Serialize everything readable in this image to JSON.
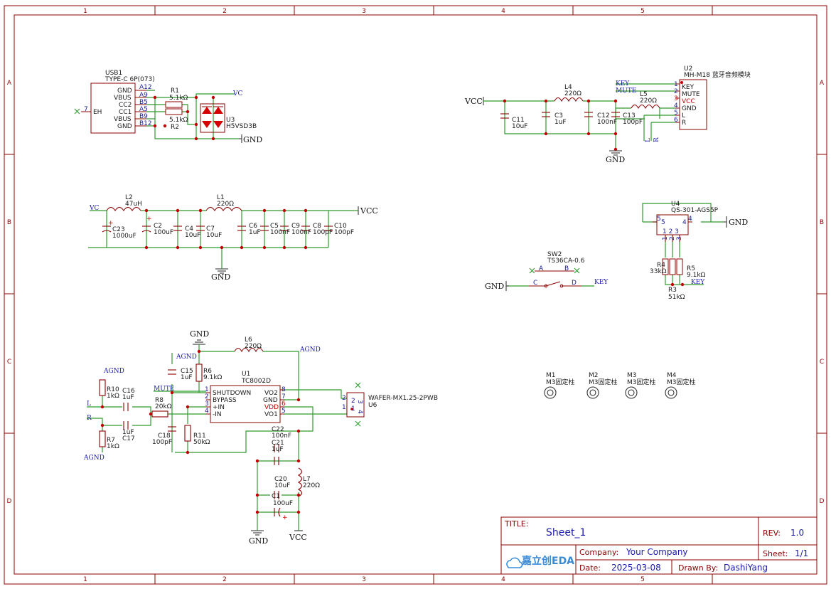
{
  "frame": {
    "columns": [
      "1",
      "2",
      "3",
      "4",
      "5"
    ],
    "rows": [
      "A",
      "B",
      "C",
      "D"
    ]
  },
  "usb": {
    "ref": "USB1",
    "value": "TYPE-C 6P(073)",
    "pins": [
      "GND",
      "VBUS",
      "CC2",
      "CC1",
      "VBUS",
      "GND"
    ],
    "pin_nums": [
      "A12",
      "A9",
      "B5",
      "A5",
      "B9",
      "B12"
    ],
    "eh_label": "EH",
    "eh_num": "7"
  },
  "r1": {
    "ref": "R1",
    "value": "5.1kΩ"
  },
  "r2": {
    "ref": "R2",
    "value": "5.1kΩ"
  },
  "u3": {
    "ref": "U3",
    "value": "H5VSD3B"
  },
  "nets": {
    "vc": "VC",
    "vcc": "VCC",
    "gnd": "GND",
    "agnd": "AGND",
    "key": "KEY",
    "mute": "MUTE",
    "l": "L",
    "r": "R"
  },
  "filter1": {
    "l2": {
      "ref": "L2",
      "value": "47uH"
    },
    "l1": {
      "ref": "L1",
      "value": "220Ω"
    },
    "caps": [
      {
        "ref": "C23",
        "value": "1000uF"
      },
      {
        "ref": "C2",
        "value": "100uF"
      },
      {
        "ref": "C4",
        "value": "10uF"
      },
      {
        "ref": "C7",
        "value": "10uF"
      },
      {
        "ref": "C6",
        "value": "1uF"
      },
      {
        "ref": "C5",
        "value": "100nF"
      },
      {
        "ref": "C9",
        "value": "100nF"
      },
      {
        "ref": "C8",
        "value": "100pF"
      },
      {
        "ref": "C10",
        "value": "100pF"
      }
    ]
  },
  "bt": {
    "l4": {
      "ref": "L4",
      "value": "220Ω"
    },
    "l5": {
      "ref": "L5",
      "value": "220Ω"
    },
    "caps": [
      {
        "ref": "C11",
        "value": "10uF"
      },
      {
        "ref": "C3",
        "value": "1uF"
      },
      {
        "ref": "C12",
        "value": "100nF"
      },
      {
        "ref": "C13",
        "value": "100pF"
      }
    ],
    "u2": {
      "ref": "U2",
      "value": "MH-M18 蓝牙音频模块",
      "pins": [
        "KEY",
        "MUTE",
        "VCC",
        "GND",
        "L",
        "R"
      ],
      "pin_nums": [
        "1",
        "2",
        "3",
        "4",
        "5",
        "6"
      ]
    }
  },
  "u4": {
    "ref": "U4",
    "value": "QS-301-AGS5P",
    "pin_nums": [
      "5",
      "4",
      "1",
      "2",
      "3"
    ],
    "r4": {
      "ref": "R4",
      "value": "33kΩ"
    },
    "r5": {
      "ref": "R5",
      "value": "9.1kΩ"
    },
    "r3": {
      "ref": "R3",
      "value": "51kΩ"
    }
  },
  "sw2": {
    "ref": "SW2",
    "value": "TS36CA-0.6",
    "pins": [
      "A",
      "B",
      "C",
      "D"
    ]
  },
  "amp": {
    "u1": {
      "ref": "U1",
      "value": "TC8002D",
      "left_pins": [
        "SHUTDOWN",
        "BYPASS",
        "+IN",
        "-IN"
      ],
      "left_nums": [
        "1",
        "2",
        "3",
        "4"
      ],
      "right_pins": [
        "VO2",
        "GND",
        "VDD",
        "VO1"
      ],
      "right_nums": [
        "8",
        "7",
        "6",
        "5"
      ]
    },
    "l6": {
      "ref": "L6",
      "value": "220Ω"
    },
    "l7": {
      "ref": "L7",
      "value": "220Ω"
    },
    "parts": [
      {
        "ref": "C15",
        "value": "1uF"
      },
      {
        "ref": "R6",
        "value": "9.1kΩ"
      },
      {
        "ref": "R10",
        "value": "1kΩ"
      },
      {
        "ref": "C16",
        "value": "1uF"
      },
      {
        "ref": "R8",
        "value": "20kΩ"
      },
      {
        "ref": "C17",
        "value": "1uF"
      },
      {
        "ref": "R7",
        "value": "1kΩ"
      },
      {
        "ref": "C18",
        "value": "100pF"
      },
      {
        "ref": "R11",
        "value": "50kΩ"
      },
      {
        "ref": "C22",
        "value": "100nF"
      },
      {
        "ref": "C21",
        "value": "1uF"
      },
      {
        "ref": "C20",
        "value": "10uF"
      },
      {
        "ref": "C1",
        "value": "100uF"
      }
    ],
    "u6": {
      "ref": "U6",
      "value": "WAFER-MX1.25-2PWB",
      "pin_nums": [
        "2",
        "1",
        "3",
        "4"
      ]
    }
  },
  "mounts": [
    {
      "ref": "M1",
      "value": "M3固定柱"
    },
    {
      "ref": "M2",
      "value": "M3固定柱"
    },
    {
      "ref": "M3",
      "value": "M3固定柱"
    },
    {
      "ref": "M4",
      "value": "M3固定柱"
    }
  ],
  "title_block": {
    "title_label": "TITLE:",
    "title": "Sheet_1",
    "rev_label": "REV:",
    "rev": "1.0",
    "company_label": "Company:",
    "company": "Your Company",
    "sheet_label": "Sheet:",
    "sheet": "1/1",
    "date_label": "Date:",
    "date": "2025-03-08",
    "drawn_label": "Drawn By:",
    "drawn": "DashiYang",
    "logo": "嘉立创EDA"
  },
  "colors": {
    "frame": "#8b0000",
    "wire": "#2e9b2e",
    "junction": "#c00000",
    "net_label": "#1a1aaa"
  }
}
